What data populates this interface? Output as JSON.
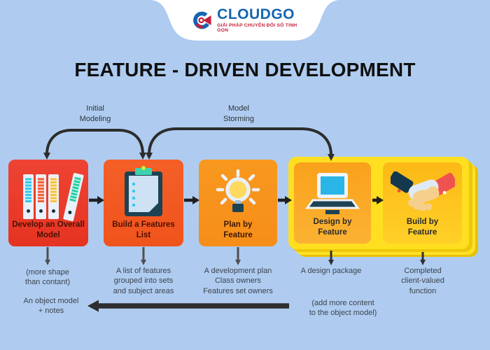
{
  "banner": {
    "brand": "CLOUDGO",
    "tagline": "GIẢI PHÁP CHUYỂN ĐỔI SỐ TINH GỌN"
  },
  "title": "FEATURE - DRIVEN DEVELOPMENT",
  "annotations": {
    "arc1": "Initial\nModeling",
    "arc2": "Model\nStorming",
    "bottom_left": "An object model\n+ notes",
    "bottom_right": "(add more content\nto the object model)"
  },
  "steps": [
    {
      "label": "Develop an Overall\nModel",
      "icon": "binders-icon",
      "description": "(more shape\nthan contant)",
      "color": "#ea3b28"
    },
    {
      "label": "Build a Features\nList",
      "icon": "clipboard-icon",
      "description": "A list of features\ngrouped into sets\nand subject areas",
      "color": "#f25822"
    },
    {
      "label": "Plan by\nFeature",
      "icon": "lightbulb-icon",
      "description": "A development plan\nClass owners\nFeatures set owners",
      "color": "#f7931e"
    },
    {
      "label": "Design by\nFeature",
      "icon": "laptop-icon",
      "description": "A design package",
      "color": "#f9a31c"
    },
    {
      "label": "Build by\nFeature",
      "icon": "handshake-icon",
      "description": "Completed\nclient-valued\nfunction",
      "color": "#fcba17"
    }
  ],
  "colors": {
    "background": "#afccf0",
    "container_yellow": "#ffdf20",
    "arrow_dark": "#2d2d2d",
    "arrow_gray": "#4f4f4f",
    "brand_blue": "#1465b2",
    "brand_red": "#c4203a"
  }
}
